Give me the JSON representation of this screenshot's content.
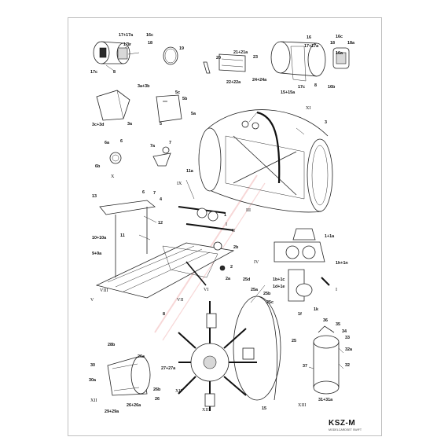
{
  "brand": {
    "logo": "KSZ-M",
    "sub": "MODELCARDSET SWIFT"
  },
  "watermark_color": "#f2b8b8",
  "labels": [
    {
      "id": "l1",
      "text": "17+17a"
    },
    {
      "id": "l2",
      "text": "16c"
    },
    {
      "id": "l3",
      "text": "17b"
    },
    {
      "id": "l4",
      "text": "18"
    },
    {
      "id": "l5",
      "text": "17c"
    },
    {
      "id": "l6",
      "text": "8"
    },
    {
      "id": "l7",
      "text": "19"
    },
    {
      "id": "l8",
      "text": "20"
    },
    {
      "id": "l9",
      "text": "21+21a"
    },
    {
      "id": "l10",
      "text": "23"
    },
    {
      "id": "l11",
      "text": "22+22a"
    },
    {
      "id": "l12",
      "text": "24+24a"
    },
    {
      "id": "l13",
      "text": "16"
    },
    {
      "id": "l14",
      "text": "16c"
    },
    {
      "id": "l15",
      "text": "17+17a"
    },
    {
      "id": "l16",
      "text": "18"
    },
    {
      "id": "l17",
      "text": "18a"
    },
    {
      "id": "l18",
      "text": "16a"
    },
    {
      "id": "l19",
      "text": "17c"
    },
    {
      "id": "l20",
      "text": "8"
    },
    {
      "id": "l21",
      "text": "15+15a"
    },
    {
      "id": "l22",
      "text": "16b"
    },
    {
      "id": "l23",
      "text": "3a+3b"
    },
    {
      "id": "l24",
      "text": "3c+3d"
    },
    {
      "id": "l25",
      "text": "3a"
    },
    {
      "id": "l26",
      "text": "5c"
    },
    {
      "id": "l27",
      "text": "5b"
    },
    {
      "id": "l28",
      "text": "5a"
    },
    {
      "id": "l29",
      "text": "5"
    },
    {
      "id": "l30",
      "text": "6a"
    },
    {
      "id": "l31",
      "text": "6"
    },
    {
      "id": "l32",
      "text": "6b"
    },
    {
      "id": "l33",
      "text": "7a"
    },
    {
      "id": "l34",
      "text": "7"
    },
    {
      "id": "l35",
      "text": "3"
    },
    {
      "id": "l36",
      "text": "11a"
    },
    {
      "id": "l37",
      "text": "13"
    },
    {
      "id": "l38",
      "text": "6"
    },
    {
      "id": "l39",
      "text": "7"
    },
    {
      "id": "l40",
      "text": "4"
    },
    {
      "id": "l41",
      "text": "12"
    },
    {
      "id": "l42",
      "text": "1"
    },
    {
      "id": "l43",
      "text": "10+10a"
    },
    {
      "id": "l44",
      "text": "11"
    },
    {
      "id": "l45",
      "text": "9+9a"
    },
    {
      "id": "l46",
      "text": "2b"
    },
    {
      "id": "l47",
      "text": "2"
    },
    {
      "id": "l48",
      "text": "2a"
    },
    {
      "id": "l49",
      "text": "1+1a"
    },
    {
      "id": "l50",
      "text": "1b+1c"
    },
    {
      "id": "l51",
      "text": "1d+1e"
    },
    {
      "id": "l52",
      "text": "1h+1n"
    },
    {
      "id": "l53",
      "text": "1f"
    },
    {
      "id": "l54",
      "text": "1k"
    },
    {
      "id": "l55",
      "text": "25d"
    },
    {
      "id": "l56",
      "text": "25a"
    },
    {
      "id": "l57",
      "text": "25c"
    },
    {
      "id": "l58",
      "text": "25"
    },
    {
      "id": "l59",
      "text": "28b"
    },
    {
      "id": "l60",
      "text": "30"
    },
    {
      "id": "l61",
      "text": "30a"
    },
    {
      "id": "l62",
      "text": "26a"
    },
    {
      "id": "l63",
      "text": "26b"
    },
    {
      "id": "l64",
      "text": "26"
    },
    {
      "id": "l65",
      "text": "29+29a"
    },
    {
      "id": "l66",
      "text": "26+26a"
    },
    {
      "id": "l67",
      "text": "27+27a"
    },
    {
      "id": "l68",
      "text": "15"
    },
    {
      "id": "l69",
      "text": "36"
    },
    {
      "id": "l70",
      "text": "35"
    },
    {
      "id": "l71",
      "text": "34"
    },
    {
      "id": "l72",
      "text": "33"
    },
    {
      "id": "l73",
      "text": "32a"
    },
    {
      "id": "l74",
      "text": "32"
    },
    {
      "id": "l75",
      "text": "37"
    },
    {
      "id": "l76",
      "text": "31+31a"
    },
    {
      "id": "l77",
      "text": "25b"
    },
    {
      "id": "l78",
      "text": "8"
    }
  ],
  "roman": [
    {
      "id": "r1",
      "text": "X"
    },
    {
      "id": "r2",
      "text": "XI"
    },
    {
      "id": "r3",
      "text": "IX"
    },
    {
      "id": "r4",
      "text": "III"
    },
    {
      "id": "r5",
      "text": "II"
    },
    {
      "id": "r6",
      "text": "I"
    },
    {
      "id": "r7",
      "text": "IV"
    },
    {
      "id": "r8",
      "text": "V"
    },
    {
      "id": "r9",
      "text": "VIII"
    },
    {
      "id": "r10",
      "text": "VII"
    },
    {
      "id": "r11",
      "text": "VI"
    },
    {
      "id": "r12",
      "text": "I"
    },
    {
      "id": "r13",
      "text": "XII"
    },
    {
      "id": "r14",
      "text": "XII"
    },
    {
      "id": "r15",
      "text": "XIII"
    },
    {
      "id": "r16",
      "text": "XIII"
    }
  ]
}
